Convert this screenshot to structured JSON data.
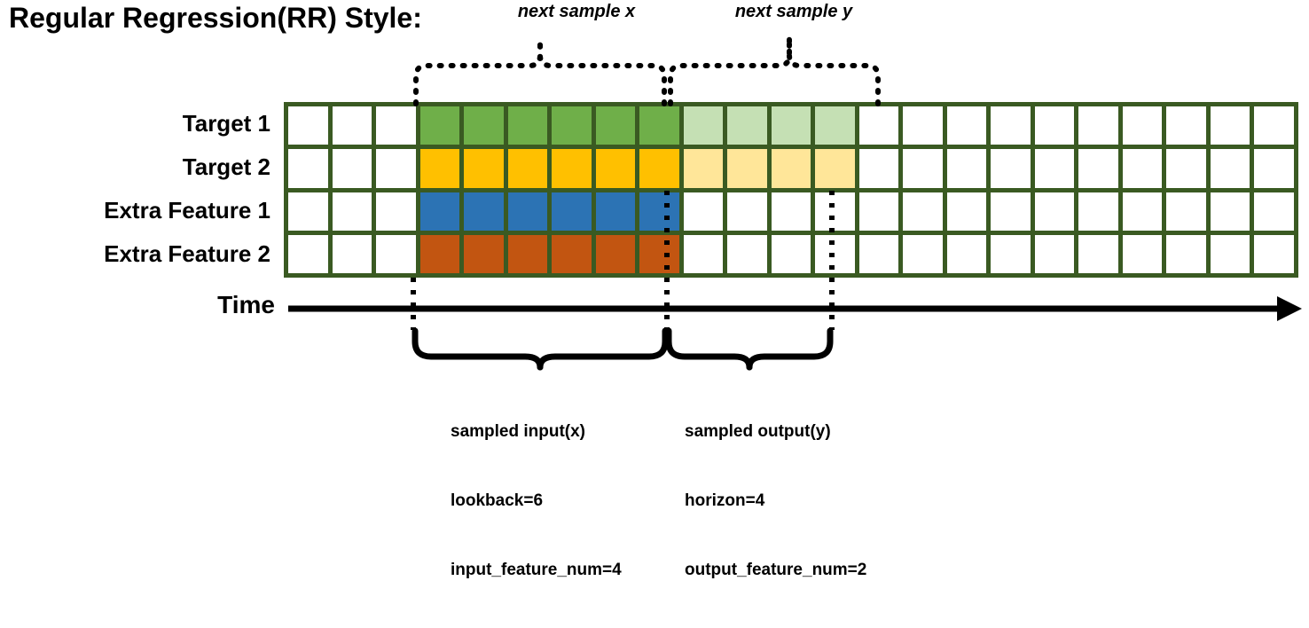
{
  "title": "Regular Regression(RR) Style:",
  "annotations": {
    "top_left": "next sample x",
    "top_right": "next sample y"
  },
  "rows": [
    {
      "label": "Target 1",
      "key": "target1"
    },
    {
      "label": "Target 2",
      "key": "target2"
    },
    {
      "label": "Extra Feature 1",
      "key": "extra1"
    },
    {
      "label": "Extra Feature 2",
      "key": "extra2"
    }
  ],
  "axis": {
    "label": "Time"
  },
  "braces": {
    "input": {
      "line1": "sampled input(x)",
      "line2": "lookback=6",
      "line3": "input_feature_num=4"
    },
    "output": {
      "line1": "sampled output(y)",
      "line2": "horizon=4",
      "line3": "output_feature_num=2"
    }
  },
  "colors": {
    "border": "#3A5A22",
    "empty": "#ffffff",
    "target1_strong": "#6FAF49",
    "target1_light": "#C5E0B4",
    "target2_strong": "#FFC000",
    "target2_light": "#FFE699",
    "extra1_strong": "#2C73B4",
    "extra2_strong": "#C25511",
    "stroke": "#000000"
  },
  "grid": {
    "columns": 23,
    "rows": 4,
    "lead_empty_columns": 3,
    "input_columns": 6,
    "output_columns": 4,
    "cells": {
      "target1": [
        "#ffffff",
        "#ffffff",
        "#ffffff",
        "#6FAF49",
        "#6FAF49",
        "#6FAF49",
        "#6FAF49",
        "#6FAF49",
        "#6FAF49",
        "#C5E0B4",
        "#C5E0B4",
        "#C5E0B4",
        "#C5E0B4",
        "#ffffff",
        "#ffffff",
        "#ffffff",
        "#ffffff",
        "#ffffff",
        "#ffffff",
        "#ffffff",
        "#ffffff",
        "#ffffff",
        "#ffffff"
      ],
      "target2": [
        "#ffffff",
        "#ffffff",
        "#ffffff",
        "#FFC000",
        "#FFC000",
        "#FFC000",
        "#FFC000",
        "#FFC000",
        "#FFC000",
        "#FFE699",
        "#FFE699",
        "#FFE699",
        "#FFE699",
        "#ffffff",
        "#ffffff",
        "#ffffff",
        "#ffffff",
        "#ffffff",
        "#ffffff",
        "#ffffff",
        "#ffffff",
        "#ffffff",
        "#ffffff"
      ],
      "extra1": [
        "#ffffff",
        "#ffffff",
        "#ffffff",
        "#2C73B4",
        "#2C73B4",
        "#2C73B4",
        "#2C73B4",
        "#2C73B4",
        "#2C73B4",
        "#ffffff",
        "#ffffff",
        "#ffffff",
        "#ffffff",
        "#ffffff",
        "#ffffff",
        "#ffffff",
        "#ffffff",
        "#ffffff",
        "#ffffff",
        "#ffffff",
        "#ffffff",
        "#ffffff",
        "#ffffff"
      ],
      "extra2": [
        "#ffffff",
        "#ffffff",
        "#ffffff",
        "#C25511",
        "#C25511",
        "#C25511",
        "#C25511",
        "#C25511",
        "#C25511",
        "#ffffff",
        "#ffffff",
        "#ffffff",
        "#ffffff",
        "#ffffff",
        "#ffffff",
        "#ffffff",
        "#ffffff",
        "#ffffff",
        "#ffffff",
        "#ffffff",
        "#ffffff",
        "#ffffff",
        "#ffffff"
      ]
    }
  }
}
